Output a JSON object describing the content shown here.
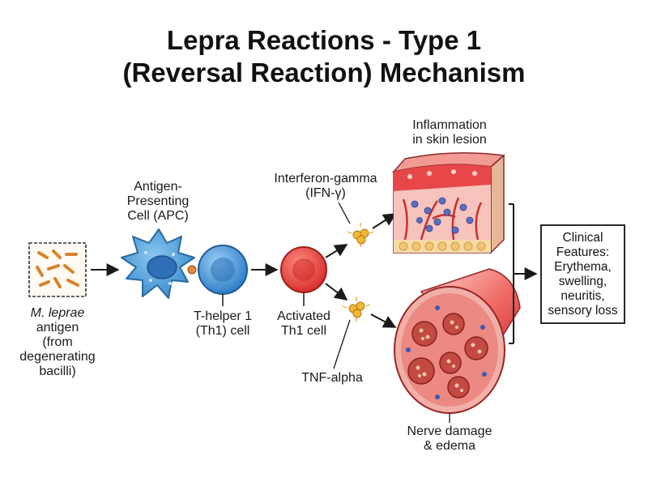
{
  "title": {
    "line1": "Lepra Reactions - Type 1",
    "line2": "(Reversal Reaction) Mechanism"
  },
  "nodes": {
    "antigen": {
      "italic": "M. leprae",
      "lines": [
        "antigen",
        "(from",
        "degenerating",
        "bacilli)"
      ]
    },
    "apc": {
      "lines": [
        "Antigen-",
        "Presenting",
        "Cell (APC)"
      ]
    },
    "th1": {
      "lines": [
        "T-helper 1",
        "(Th1) cell"
      ]
    },
    "activated": {
      "lines": [
        "Activated",
        "Th1 cell"
      ]
    },
    "ifn": {
      "lines": [
        "Interferon-gamma",
        "(IFN-γ)"
      ]
    },
    "tnf": {
      "lines": [
        "TNF-alpha"
      ]
    },
    "skin": {
      "lines": [
        "Inflammation",
        "in skin lesion"
      ]
    },
    "nerve": {
      "lines": [
        "Nerve damage",
        "& edema"
      ]
    },
    "clinical": {
      "lines": [
        "Clinical",
        "Features:",
        "Erythema,",
        "swelling,",
        "neuritis,",
        "sensory loss"
      ]
    }
  },
  "colors": {
    "bacilli": "#d9822b",
    "apc": "#4a9fd8",
    "th1": "#3a86cf",
    "activated": "#e3463f",
    "cytokine": "#f2b736",
    "skin": "#e8474a",
    "nerve": "#d83a3a"
  }
}
